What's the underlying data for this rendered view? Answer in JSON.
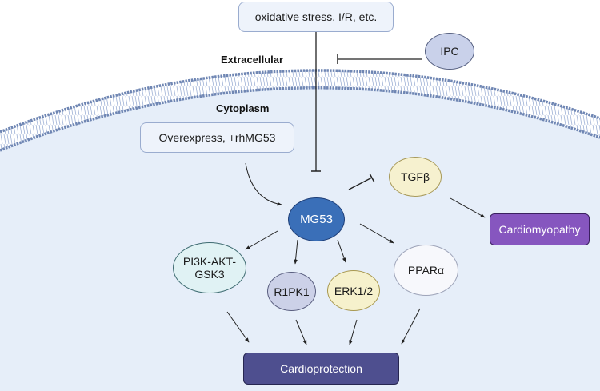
{
  "labels": {
    "extracellular": "Extracellular",
    "cytoplasm": "Cytoplasm"
  },
  "nodes": {
    "stress": "oxidative stress, I/R, etc.",
    "ipc": "IPC",
    "overexpress": "Overexpress, +rhMG53",
    "mg53": "MG53",
    "tgfb": "TGFβ",
    "cardiomyopathy": "Cardiomyopathy",
    "pi3k": "PI3K-AKT-\nGSK3",
    "r1pk1": "R1PK1",
    "erk": "ERK1/2",
    "ppara": "PPARα",
    "cardioprotection": "Cardioprotection"
  },
  "edges": [
    {
      "from": "stress",
      "to": "mg53",
      "type": "inhibit"
    },
    {
      "from": "ipc",
      "to": "stress-pathway",
      "type": "inhibit"
    },
    {
      "from": "overexpress",
      "to": "mg53",
      "type": "activate"
    },
    {
      "from": "mg53",
      "to": "tgfb",
      "type": "inhibit"
    },
    {
      "from": "tgfb",
      "to": "cardiomyopathy",
      "type": "activate"
    },
    {
      "from": "mg53",
      "to": "pi3k",
      "type": "activate"
    },
    {
      "from": "mg53",
      "to": "r1pk1",
      "type": "activate"
    },
    {
      "from": "mg53",
      "to": "erk",
      "type": "activate"
    },
    {
      "from": "mg53",
      "to": "ppara",
      "type": "activate"
    },
    {
      "from": "pi3k",
      "to": "cardioprotection",
      "type": "activate"
    },
    {
      "from": "r1pk1",
      "to": "cardioprotection",
      "type": "activate"
    },
    {
      "from": "erk",
      "to": "cardioprotection",
      "type": "activate"
    },
    {
      "from": "ppara",
      "to": "cardioprotection",
      "type": "activate"
    }
  ],
  "colors": {
    "cytoplasm": "#e6eef9",
    "membrane": "#6f86b3",
    "mg53": "#3a6fb8",
    "cardiomyopathy": "#8656bf",
    "cardioprotection": "#4e4f8f"
  }
}
